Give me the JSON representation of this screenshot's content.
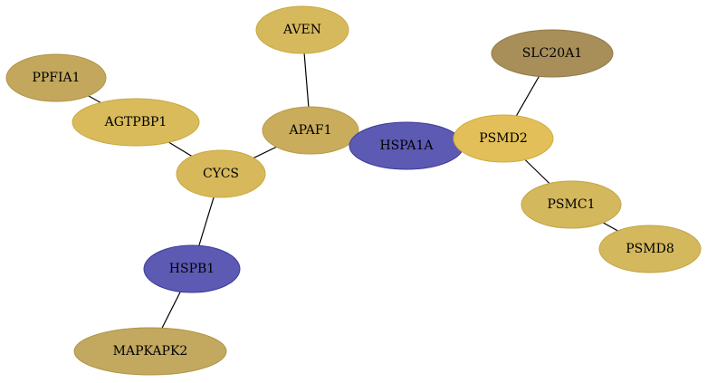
{
  "nodes": [
    {
      "id": "AVEN",
      "label": "AVEN",
      "fill": "#d6b95c",
      "stroke": "#c9a93f"
    },
    {
      "id": "PPFIA1",
      "label": "PPFIA1",
      "fill": "#c2a75d",
      "stroke": "#b09447"
    },
    {
      "id": "AGTPBP1",
      "label": "AGTPBP1",
      "fill": "#d9bb5c",
      "stroke": "#c9a93f"
    },
    {
      "id": "APAF1",
      "label": "APAF1",
      "fill": "#c9ad5c",
      "stroke": "#b89c45"
    },
    {
      "id": "CYCS",
      "label": "CYCS",
      "fill": "#d7b95c",
      "stroke": "#c9a93f"
    },
    {
      "id": "HSPB1",
      "label": "HSPB1",
      "fill": "#5c5ab3",
      "stroke": "#3e3c99"
    },
    {
      "id": "MAPKAPK2",
      "label": "MAPKAPK2",
      "fill": "#c2a95f",
      "stroke": "#b09447"
    },
    {
      "id": "SLC20A1",
      "label": "SLC20A1",
      "fill": "#a88f5a",
      "stroke": "#917a45"
    },
    {
      "id": "PSMD2",
      "label": "PSMD2",
      "fill": "#e2bf58",
      "stroke": "#d1ac3d"
    },
    {
      "id": "HSPA1A",
      "label": "HSPA1A",
      "fill": "#5c5ab3",
      "stroke": "#3e3c99"
    },
    {
      "id": "PSMC1",
      "label": "PSMC1",
      "fill": "#d4b85e",
      "stroke": "#c2a545"
    },
    {
      "id": "PSMD8",
      "label": "PSMD8",
      "fill": "#d4b85e",
      "stroke": "#c2a545"
    }
  ],
  "edges": [
    {
      "source": "AVEN",
      "target": "APAF1"
    },
    {
      "source": "PPFIA1",
      "target": "AGTPBP1"
    },
    {
      "source": "AGTPBP1",
      "target": "CYCS"
    },
    {
      "source": "APAF1",
      "target": "CYCS"
    },
    {
      "source": "APAF1",
      "target": "HSPA1A"
    },
    {
      "source": "CYCS",
      "target": "HSPB1"
    },
    {
      "source": "HSPB1",
      "target": "MAPKAPK2"
    },
    {
      "source": "SLC20A1",
      "target": "PSMD2"
    },
    {
      "source": "PSMD2",
      "target": "HSPA1A"
    },
    {
      "source": "PSMD2",
      "target": "PSMC1"
    },
    {
      "source": "PSMC1",
      "target": "PSMD8"
    }
  ]
}
